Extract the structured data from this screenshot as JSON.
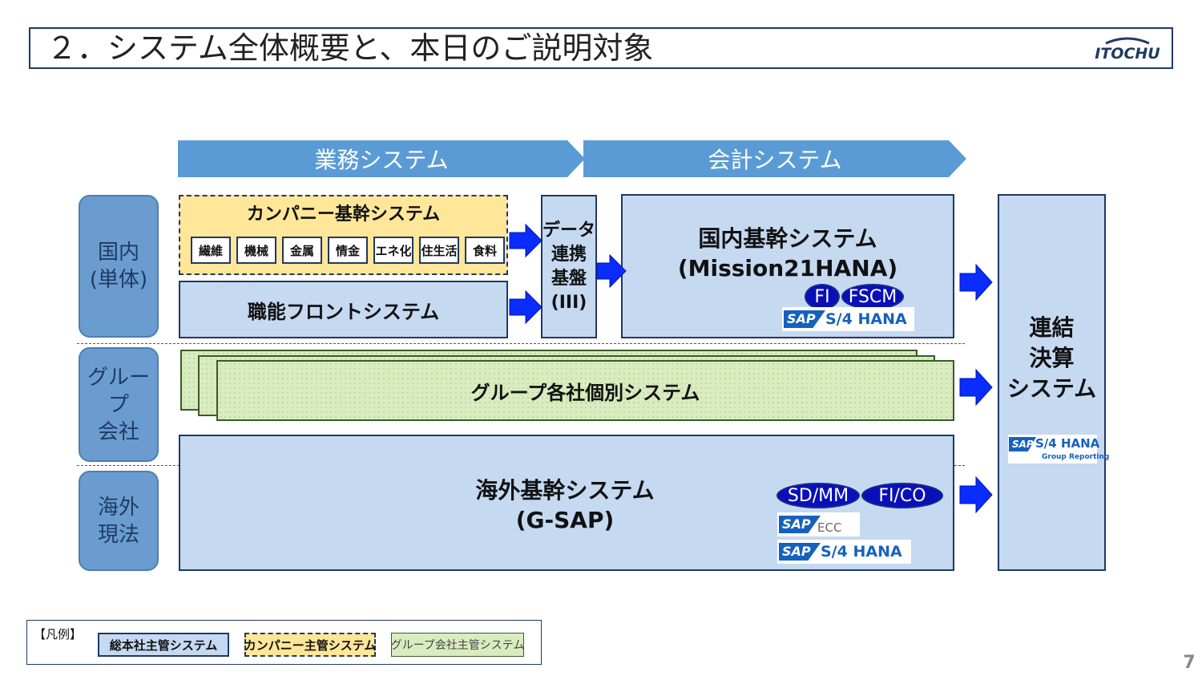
{
  "slide_title": "２．システム全体概要と、本日のご説明対象",
  "logo": {
    "top": "ITOCHU",
    "main": "ITOCHU"
  },
  "phases": {
    "business": "業務システム",
    "accounting": "会計システム"
  },
  "regions": {
    "domestic": [
      "国内",
      "(単体)"
    ],
    "group": [
      "グループ",
      "会社"
    ],
    "overseas": [
      "海外",
      "現法"
    ]
  },
  "company_system": {
    "title": "カンパニー基幹システム",
    "items": [
      "繊維",
      "機械",
      "金属",
      "情金",
      "エネ化",
      "住生活",
      "食料"
    ]
  },
  "function_front": "職能フロントシステム",
  "data_link": [
    "データ",
    "連携",
    "基盤",
    "(III)"
  ],
  "domestic_core": {
    "name": "国内基幹システム",
    "sub": "(Mission21HANA)",
    "modules": [
      "FI",
      "FSCM"
    ],
    "platform": "S/4 HANA"
  },
  "group_systems": "グループ各社個別システム",
  "overseas_core": {
    "name": "海外基幹システム",
    "sub": "(G-SAP)",
    "modules": [
      "SD/MM",
      "FI/CO"
    ],
    "platforms": [
      "ECC",
      "S/4 HANA"
    ]
  },
  "consolidation": {
    "lines": [
      "連結",
      "決算",
      "システム"
    ],
    "platform": "S/4 HANA",
    "platform_sub": "Group Reporting"
  },
  "sap_tag": "SAP",
  "legend": {
    "title": "【凡例】",
    "items": [
      "総本社主管システム",
      "カンパニー主管システム",
      "グループ会社主管システム"
    ]
  },
  "page_number": "7",
  "colors": {
    "phase_arrow": "#5b9bd5",
    "region": "#6a9ccf",
    "system": "#c5d9f1",
    "company": "#ffe699",
    "group": "#d9ecc0",
    "flow_arrow": "#0a2cff",
    "module_pill": "#0a10b8"
  }
}
